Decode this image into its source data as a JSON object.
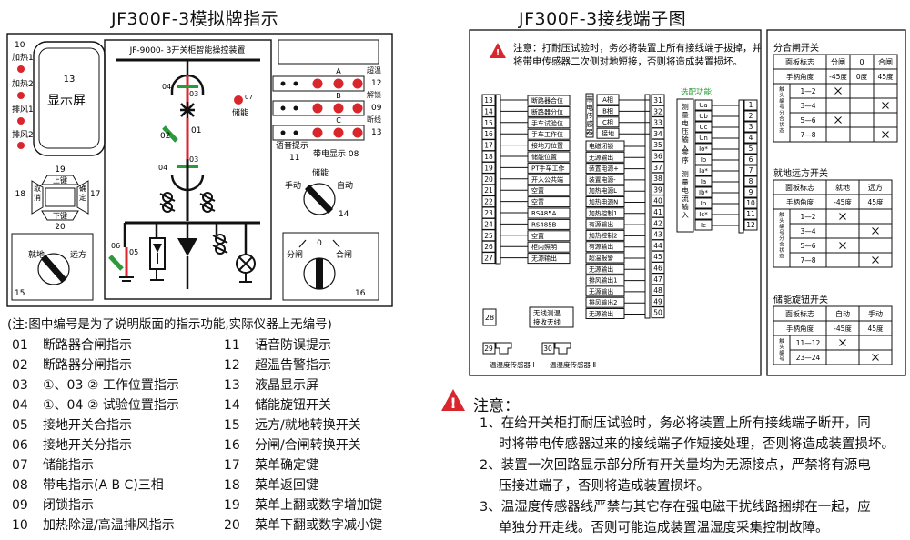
{
  "left": {
    "title": "JF300F-3模拟牌指示",
    "panel_title": "JF-9000- 3开关柜智能操控装置",
    "display_num": "13",
    "display_label": "显示屏",
    "side_labels": [
      {
        "num": "10",
        "text": "加热1"
      },
      {
        "text": "加热2"
      },
      {
        "text": "排风1"
      },
      {
        "text": "排风2"
      }
    ],
    "keypad": {
      "num_top": "19",
      "up": "上键",
      "num_left": "18",
      "left": "取消",
      "right": "确定",
      "num_right": "17",
      "down": "下键",
      "num_bottom": "20"
    },
    "circuit_labels": {
      "l04": "04",
      "l03": "03",
      "l02": "02",
      "l01": "01",
      "l04b": "04",
      "l03b": "03",
      "l06": "06",
      "l05": "05",
      "l07": "07",
      "storage": "储能"
    },
    "indicator_rows": [
      {
        "letter": "A",
        "label": "超温",
        "num": "12"
      },
      {
        "letter": "B",
        "label": "解锁",
        "num": "09"
      },
      {
        "letter": "C",
        "label": "断线",
        "num": "13"
      }
    ],
    "voice": {
      "label": "语音提示",
      "num": "11",
      "live": "带电显示 08"
    },
    "energy_switch": {
      "title": "储能",
      "manual": "手动",
      "auto": "自动",
      "num": "14"
    },
    "local_remote": {
      "local": "就地",
      "remote": "远方",
      "num": "15"
    },
    "open_close": {
      "zero": "0",
      "open": "分闸",
      "close": "合闸",
      "num": "16"
    },
    "footnote": "(注:图中编号是为了说明版面的指示功能,实际仪器上无编号)",
    "legend": [
      {
        "num": "01",
        "text": "断路器合闸指示"
      },
      {
        "num": "02",
        "text": "断路器分闸指示"
      },
      {
        "num": "03",
        "text": "①、03 ② 工作位置指示"
      },
      {
        "num": "04",
        "text": "①、04 ② 试验位置指示"
      },
      {
        "num": "05",
        "text": "接地开关合指示"
      },
      {
        "num": "06",
        "text": "接地开关分指示"
      },
      {
        "num": "07",
        "text": "储能指示"
      },
      {
        "num": "08",
        "text": "带电指示(A  B  C)三相"
      },
      {
        "num": "09",
        "text": "闭锁指示"
      },
      {
        "num": "10",
        "text": "加热除湿/高温排风指示"
      },
      {
        "num": "11",
        "text": "语音防误提示"
      },
      {
        "num": "12",
        "text": "超温告警指示"
      },
      {
        "num": "13",
        "text": "液晶显示屏"
      },
      {
        "num": "14",
        "text": "储能旋钮开关"
      },
      {
        "num": "15",
        "text": "远方/就地转换开关"
      },
      {
        "num": "16",
        "text": "分闸/合闸转换开关"
      },
      {
        "num": "17",
        "text": "菜单确定键"
      },
      {
        "num": "18",
        "text": "菜单返回键"
      },
      {
        "num": "19",
        "text": "菜单上翻或数字增加键"
      },
      {
        "num": "20",
        "text": "菜单下翻或数字减小键"
      }
    ]
  },
  "right": {
    "title": "JF300F-3接线端子图",
    "warning_box": [
      "注意：打耐压试验时，务必将装置上所有接线端子拔掉，并",
      "将带电传感器二次侧对地短接，否则将造成装置损坏。"
    ],
    "col1_terminals": [
      "13",
      "14",
      "15",
      "16",
      "17",
      "18",
      "19",
      "20",
      "21",
      "22",
      "23",
      "24",
      "25",
      "26",
      "27"
    ],
    "col1_labels": [
      "断路器合位",
      "断路器分位",
      "手车试验位",
      "手车工作位",
      "接地刀位置",
      "储能位置",
      "PT手车工作",
      "开入公共端",
      "空置",
      "空置",
      "RS485A",
      "RS485B",
      "空置",
      "柜内照明",
      "无源输出"
    ],
    "sensor_block": {
      "label": "带电传感器",
      "phases": [
        "A相",
        "B相",
        "C相",
        "接地"
      ]
    },
    "col2_terminals": [
      "31",
      "32",
      "33",
      "34",
      "35",
      "36",
      "37",
      "38",
      "39",
      "40",
      "41",
      "42",
      "43",
      "44",
      "45",
      "46",
      "47",
      "48",
      "49",
      "50"
    ],
    "col2_labels": [
      "电磁闭锁",
      "无源输出",
      "装置电源+",
      "装置电源-",
      "加热电源L",
      "加热电源N",
      "加热控制1",
      "有源输出",
      "加热控制2",
      "有源输出",
      "超温报警",
      "无源输出",
      "排风输出1",
      "无源输出",
      "排风输出2",
      "无源输出"
    ],
    "optional": {
      "title": "选配功能",
      "voltage_label": "测量电压输入",
      "voltage": [
        "Ua",
        "Ub",
        "Uc",
        "Un"
      ],
      "zero_label": "零序",
      "zero": [
        "Io*",
        "Io"
      ],
      "current_label": "测量电流输入",
      "current": [
        "Ia*",
        "Ia",
        "Ib*",
        "Ib",
        "Ic*",
        "Ic"
      ]
    },
    "col3_terminals": [
      "1",
      "2",
      "3",
      "4",
      "5",
      "6",
      "7",
      "8",
      "9",
      "10",
      "11",
      "12"
    ],
    "t28": {
      "num": "28",
      "label": "无线测温接收天线"
    },
    "t29": {
      "num": "29",
      "label": "温湿度传感器 Ⅰ"
    },
    "t30": {
      "num": "30",
      "label": "温湿度传感器 Ⅱ"
    },
    "notes_title": "注意：",
    "notes": [
      "1、在给开关柜打耐压试验时，务必将装置上所有接线端子断开，同",
      "时将带电传感器过来的接线端子作短接处理，否则将造成装置损坏。",
      "2、装置一次回路显示部分所有开关量均为无源接点，严禁将有源电",
      "压接进端子，否则将造成装置损坏。",
      "3、温湿度传感器线严禁与其它存在强电磁干扰线路捆绑在一起，应",
      "单独分开走线。否则可能造成装置温湿度采集控制故障。"
    ]
  },
  "tables": {
    "breaker": {
      "title": "分合闸开关",
      "head": [
        "面板标志",
        "分闸",
        "0",
        "合闸"
      ],
      "angle": [
        "手柄角度",
        "-45度",
        "0度",
        "45度"
      ],
      "side": "触头编号分合状态",
      "rows": [
        {
          "label": "1—2",
          "marks": [
            true,
            false,
            false
          ]
        },
        {
          "label": "3—4",
          "marks": [
            false,
            false,
            true
          ]
        },
        {
          "label": "5—6",
          "marks": [
            true,
            false,
            false
          ]
        },
        {
          "label": "7—8",
          "marks": [
            false,
            false,
            true
          ]
        }
      ]
    },
    "local_remote": {
      "title": "就地远方开关",
      "head": [
        "面板标志",
        "就地",
        "远方"
      ],
      "angle": [
        "手柄角度",
        "-45度",
        "45度"
      ],
      "side": "触头编号分合状态",
      "rows": [
        {
          "label": "1—2",
          "marks": [
            true,
            false
          ]
        },
        {
          "label": "3—4",
          "marks": [
            false,
            true
          ]
        },
        {
          "label": "5—6",
          "marks": [
            true,
            false
          ]
        },
        {
          "label": "7—8",
          "marks": [
            false,
            true
          ]
        }
      ]
    },
    "storage": {
      "title": "储能旋钮开关",
      "head": [
        "面板标志",
        "自动",
        "手动"
      ],
      "angle": [
        "手柄角度",
        "-45度",
        "45度"
      ],
      "side": "触头编号",
      "rows": [
        {
          "label": "11—12",
          "marks": [
            true,
            false
          ]
        },
        {
          "label": "23—24",
          "marks": [
            false,
            true
          ]
        }
      ]
    }
  },
  "colors": {
    "red": "#d9262c",
    "green": "#2a9a3a",
    "amber": "#f0b400"
  }
}
